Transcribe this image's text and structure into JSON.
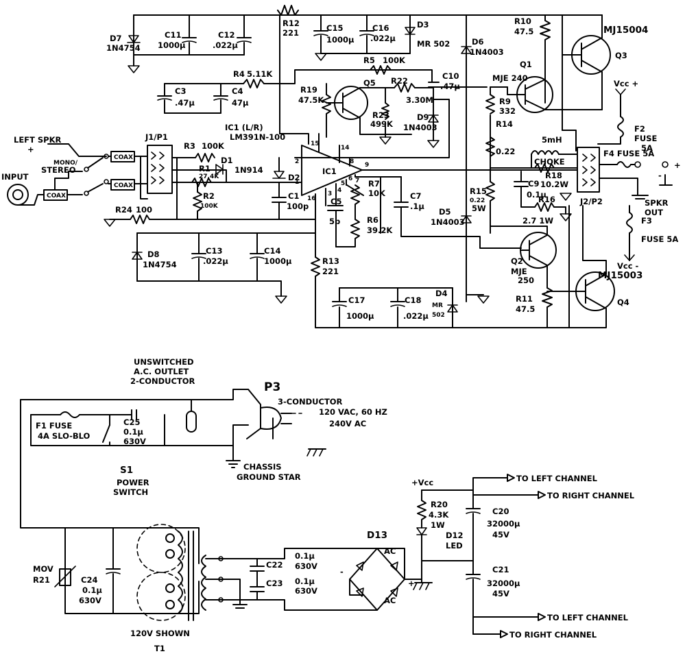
{
  "top": {
    "input": "INPUT",
    "left_spkr": "LEFT SPKR",
    "plus": "+",
    "mono_stereo": "MONO/\nSTEREO",
    "coax": "COAX",
    "j1p1": "J1/P1",
    "d7": "D7",
    "d7_val": "1N4754",
    "c11": "C11",
    "c11_val": "1000µ",
    "c12": "C12",
    "c12_val": ".022µ",
    "r12": "R12",
    "r12_val": "221",
    "c15": "C15",
    "c15_val": "1000µ",
    "c16": "C16",
    "c16_val": ".022µ",
    "d3": "D3",
    "d3_val": "MR 502",
    "d6": "D6",
    "d6_val": "1N4003",
    "r10": "R10",
    "r10_val": "47.5",
    "mj15004": "MJ15004",
    "q3": "Q3",
    "r4": "R4",
    "r4_val": "5.11K",
    "c3": "C3",
    "c3_val": ".47µ",
    "c4": "C4",
    "c4_val": "47µ",
    "r5": "R5",
    "r5_val": "100K",
    "c10": "C10",
    "c10_val": ".47µ",
    "r19": "R19",
    "r19_val": "47.5K",
    "q5": "Q5",
    "r22": "R22",
    "r22_val": "3.30M",
    "r23": "R23",
    "r23_val": "499K",
    "d9": "D9",
    "d9_val": "1N4003",
    "q1": "Q1",
    "q1_val": "MJE 240",
    "r9": "R9",
    "r9_val": "332",
    "vccp": "Vcc +",
    "ic1_l": "IC1 (L/R)",
    "ic1_p": "LM391N-100",
    "ic1": "IC1",
    "r3": "R3",
    "r3_val": "100K",
    "r1": "R1",
    "r1_val": "27.4K",
    "d1": "D1",
    "d1_val": "1N914",
    "d2": "D2",
    "r2": "R2",
    "r2_val": "100K",
    "c1": "C1",
    "c1_val": "100p",
    "r14": "R14",
    "r14_val": "0.22",
    "choke_l": "5mH",
    "choke": "CHOKE",
    "f2": "F2",
    "f2_val": "FUSE 5A",
    "f4": "F4 FUSE 5A",
    "r18": "R18",
    "r18_val": "10.2W",
    "c9": "C9",
    "c9_val": "0.1µ",
    "r15": "R15",
    "r15_val": "0.22 5W",
    "r16": "R16",
    "r16_val": "2.7 1W",
    "j2p2": "J2/P2",
    "spkr_out": "SPKR OUT",
    "r7": "R7",
    "r7_val": "10K",
    "c7": "C7",
    "c7_val": ".1µ",
    "c5": "C5",
    "c5_val": "5p",
    "r6": "R6",
    "r6_val": "39.2K",
    "r24": "R24",
    "r24_val": "100",
    "d5": "D5",
    "d5_val": "1N4003",
    "f3": "F3",
    "f3_val": "FUSE 5A",
    "vccm": "Vcc -",
    "mj15003": "MJ15003",
    "d8": "D8",
    "d8_val": "1N4754",
    "c13": "C13",
    "c13_val": ".022µ",
    "c14": "C14",
    "c14_val": "1000µ",
    "r13": "R13",
    "r13_val": "221",
    "q2": "Q2",
    "q2_val": "MJE 250",
    "c17": "C17",
    "c17_val": "1000µ",
    "c18": "C18",
    "c18_val": ".022µ",
    "d4": "D4",
    "d4_val": "MR 502",
    "r11": "R11",
    "r11_val": "47.5",
    "q4": "Q4",
    "pins": [
      "15",
      "2",
      "1",
      "14",
      "8",
      "9",
      "3",
      "4",
      "5",
      "6",
      "7",
      "16"
    ]
  },
  "bottom": {
    "outlet1": "UNSWITCHED",
    "outlet2": "A.C. OUTLET",
    "outlet3": "2-CONDUCTOR",
    "p3": "P3",
    "conductor": "3-CONDUCTOR",
    "vac": "120 VAC, 60 HZ",
    "vac2": "240V AC",
    "f1": "F1  FUSE",
    "f1_val": "4A SLO-BLO",
    "c25": "C25",
    "c25_v1": "0.1µ",
    "c25_v2": "630V",
    "chassis1": "CHASSIS",
    "chassis2": "GROUND STAR",
    "s1": "S1",
    "power1": "POWER",
    "power2": "SWITCH",
    "vcc": "+Vcc",
    "r20": "R20",
    "r20_v1": "4.3K",
    "r20_v2": "1W",
    "to_left1": "TO LEFT CHANNEL",
    "to_right1": "TO RIGHT CHANNEL",
    "c20": "C20",
    "c20_v1": "32000µ",
    "c20_v2": "45V",
    "d13": "D13",
    "ac": "AC",
    "d12": "D12",
    "d12_val": "LED",
    "c21": "C21",
    "c21_v1": "32000µ",
    "c21_v2": "45V",
    "mov": "MOV",
    "r21": "R21",
    "c24": "C24",
    "c24_v1": "0.1µ",
    "c24_v2": "630V",
    "c22": "C22",
    "c22_v1": "0.1µ",
    "c22_v2": "630V",
    "c23": "C23",
    "c23_v1": "0.1µ",
    "c23_v2": "630V",
    "shown": "120V SHOWN",
    "t1": "T1",
    "to_left2": "TO LEFT CHANNEL",
    "to_right2": "TO RIGHT CHANNEL",
    "minus": "-",
    "plus": "+"
  }
}
